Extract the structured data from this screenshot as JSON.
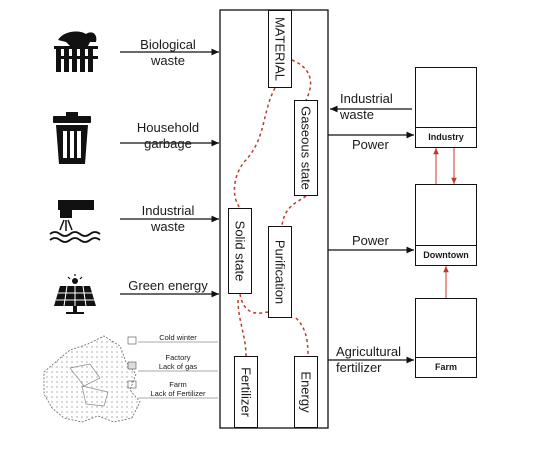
{
  "sources": {
    "biological_waste": "Biological\nwaste",
    "household_garbage": "Household\ngarbage",
    "industrial_waste": "Industrial\nwaste",
    "green_energy": "Green energy"
  },
  "map_legend": {
    "cold_winter": "Cold winter",
    "factory": "Factory\nLack of gas",
    "farm": "Farm\nLack of Fertilizer"
  },
  "process": {
    "material": "MATERIAL",
    "gaseous_state": "Gaseous state",
    "solid_state": "Solid state",
    "purification": "Purification",
    "fertilizer": "Fertilizer",
    "energy": "Energy"
  },
  "outputs": {
    "industrial_waste": "Industrial\nwaste",
    "power_industry": "Power",
    "power_downtown": "Power",
    "agricultural_fertilizer": "Agricultural\nfertilizer"
  },
  "nodes": {
    "industry": "Industry",
    "downtown": "Downtown",
    "farm": "Farm"
  },
  "colors": {
    "line": "#111111",
    "dashed_flow": "#c0392b",
    "link": "#c0392b"
  }
}
